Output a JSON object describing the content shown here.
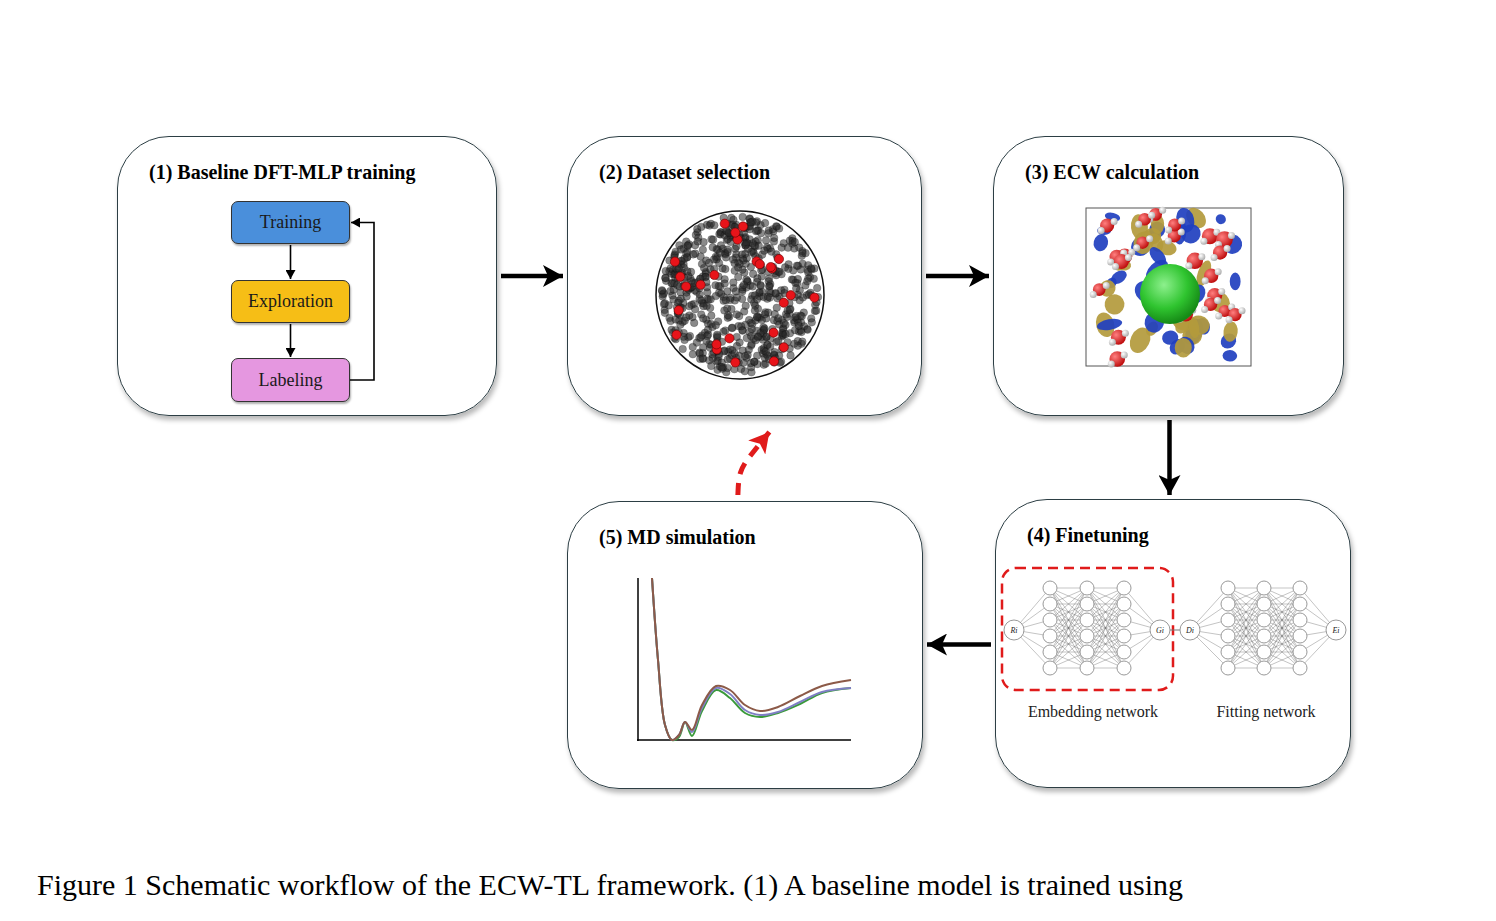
{
  "diagram": {
    "caption": "Figure 1 Schematic workflow of the ECW-TL framework. (1) A baseline model is trained using",
    "nodes": [
      {
        "text": [
          "(1) Baseline DFT-MLP training"
        ]
      },
      {
        "text": [
          "Training"
        ],
        "in": 0
      },
      {
        "text": [
          "Exploration"
        ],
        "in": 0
      },
      {
        "text": [
          "Labeling"
        ],
        "in": 0
      },
      {
        "text": [
          "(2) Dataset selection"
        ]
      },
      {
        "text": [
          "(3) ECW calculation"
        ]
      },
      {
        "text": [
          "(4) Finetuning"
        ]
      },
      {
        "text": [
          "(5) MD simulation"
        ]
      }
    ],
    "edges": [
      {
        "from": 0,
        "to": 4,
        "arrow": "to"
      },
      {
        "from": 4,
        "to": 5,
        "arrow": "to"
      },
      {
        "from": 5,
        "to": 6,
        "arrow": "to"
      },
      {
        "from": 6,
        "to": 7,
        "arrow": "to"
      },
      {
        "from": 7,
        "to": 4,
        "arrow": "to"
      },
      {
        "from": 1,
        "to": 2,
        "arrow": "to"
      },
      {
        "from": 2,
        "to": 3,
        "arrow": "to"
      },
      {
        "from": 3,
        "to": 1,
        "arrow": "to"
      }
    ],
    "labels": [
      "Embedding network",
      "Fitting network",
      "Ri",
      "Gi",
      "Di",
      "Ei"
    ]
  }
}
